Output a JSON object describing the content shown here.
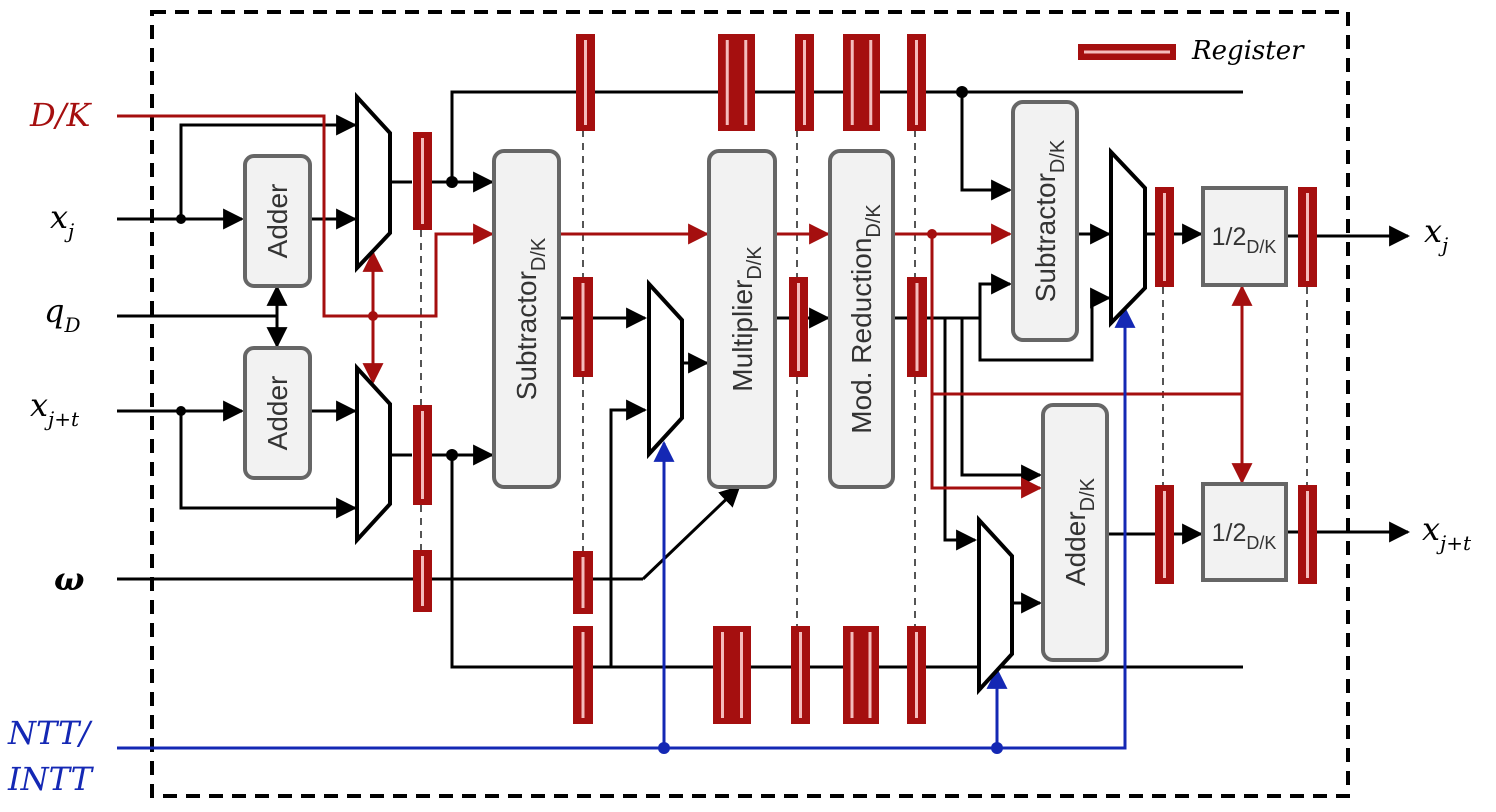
{
  "legend": {
    "label": "Register"
  },
  "inputs": {
    "dk": {
      "text": "D/K"
    },
    "xj": {
      "base": "x",
      "sub": "j"
    },
    "qd": {
      "base": "q",
      "sub": "D"
    },
    "xjt": {
      "base": "x",
      "sub": "j+t"
    },
    "omega": {
      "text": "ω"
    },
    "ntt": {
      "line1": "NTT/",
      "line2": "INTT"
    }
  },
  "outputs": {
    "xj": {
      "base": "x",
      "sub": "j"
    },
    "xjt": {
      "base": "x",
      "sub": "j+t"
    }
  },
  "blocks": {
    "adder_top": {
      "label": "Adder"
    },
    "adder_bottom": {
      "label": "Adder"
    },
    "subtractor1": {
      "label": "Subtractor",
      "sub": "D/K"
    },
    "multiplier": {
      "label": "Multiplier",
      "sub": "D/K"
    },
    "modred": {
      "label": "Mod. Reduction",
      "sub": "D/K"
    },
    "subtractor2": {
      "label": "Subtractor",
      "sub": "D/K"
    },
    "adder_dk": {
      "label": "Adder",
      "sub": "D/K"
    },
    "half_top": {
      "label": "1/2",
      "sub": "D/K"
    },
    "half_bottom": {
      "label": "1/2",
      "sub": "D/K"
    }
  },
  "colors": {
    "register": "#a50f0f",
    "control_red": "#a50f0f",
    "control_blue": "#1428b4",
    "block_fill": "#f2f2f2",
    "block_stroke": "#666666"
  }
}
